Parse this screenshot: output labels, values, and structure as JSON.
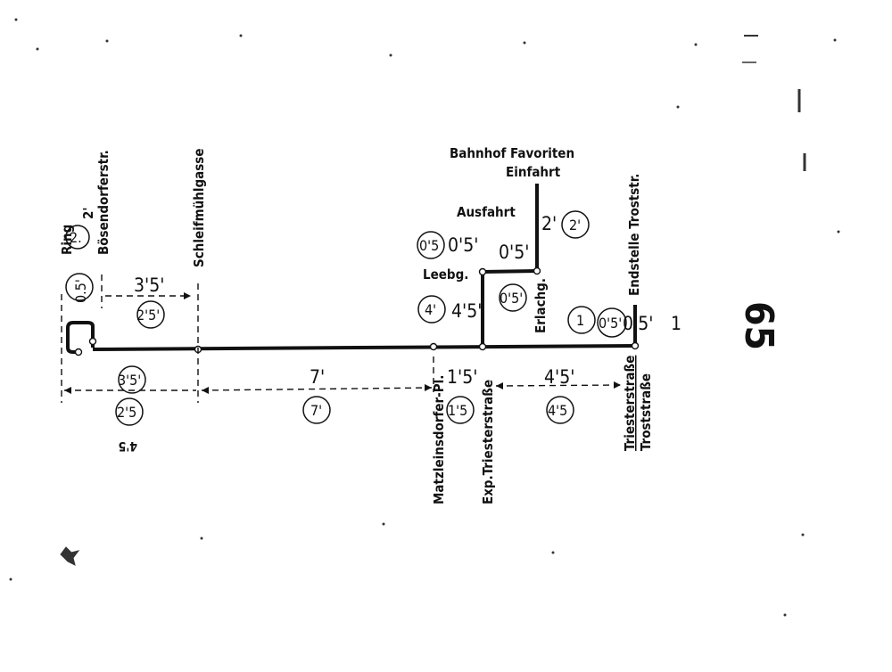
{
  "stops": {
    "ring": "Ring",
    "boesendorfer": "Bösendorferstr.",
    "schleifmuehl": "Schleifmühlgasse",
    "matzleinsdorfer": "Matzleinsdorfer-Pl.",
    "exp_triester": "Exp.Triesterstraße",
    "erlachg": "Erlachg.",
    "leebg": "Leebg.",
    "endstelle": "Endstelle Troststr.",
    "triester_trost_1": "Triesterstraße",
    "triester_trost_2": "Troststraße",
    "bahnhof": "Bahnhof Favoriten",
    "einfahrt": "Einfahrt",
    "ausfahrt": "Ausfahrt"
  },
  "times": {
    "ring_circle": "2.",
    "ring_mark": "2'",
    "ring_boes_circle": "0.5'",
    "t_35_top": "3'5'",
    "t_25_top": "2'5'",
    "t_35_bottom": "3'5'",
    "t_25_bottom": "2'5",
    "t_45_note": "4'5",
    "t_7": "7'",
    "t_7_circle": "7'",
    "t_15": "1'5'",
    "t_15_circle": "1'5",
    "t_45_right": "4'5'",
    "t_45_right_circle": "4'5",
    "t_05_circle": "0'5",
    "t_05": "0'5'",
    "t_05_mid": "0'5'",
    "t_05_erlach_circle": "0'5'",
    "t_4_circle": "4'",
    "t_45": "4'5'",
    "t_2": "2'",
    "t_2_circle": "2'",
    "t_1_circle": "1",
    "t_05_end_circle": "0'5'",
    "t_05_end": "0'5'",
    "t_1_end": "1"
  },
  "line_number": "65"
}
